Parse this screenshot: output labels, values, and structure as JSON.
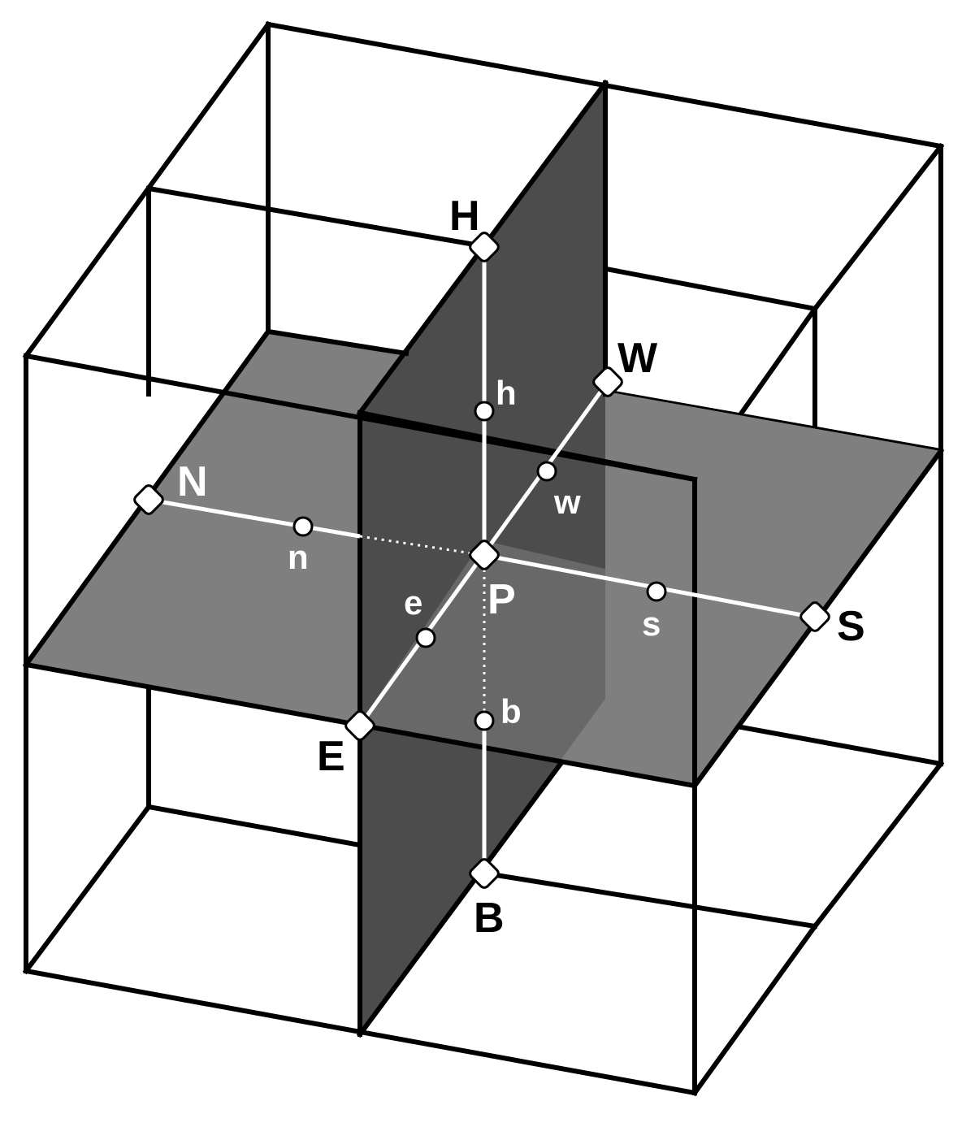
{
  "diagram": {
    "colors": {
      "background": "#ffffff",
      "edge": "#000000",
      "horizontal_plane": "#7f7f7f",
      "vertical_plane": "#4c4c4c",
      "stencil_line": "#ffffff"
    },
    "labels": {
      "H": "H",
      "B": "B",
      "N": "N",
      "S": "S",
      "E": "E",
      "W": "W",
      "P": "P",
      "h": "h",
      "b": "b",
      "n": "n",
      "s": "s",
      "e": "e",
      "w": "w"
    }
  }
}
